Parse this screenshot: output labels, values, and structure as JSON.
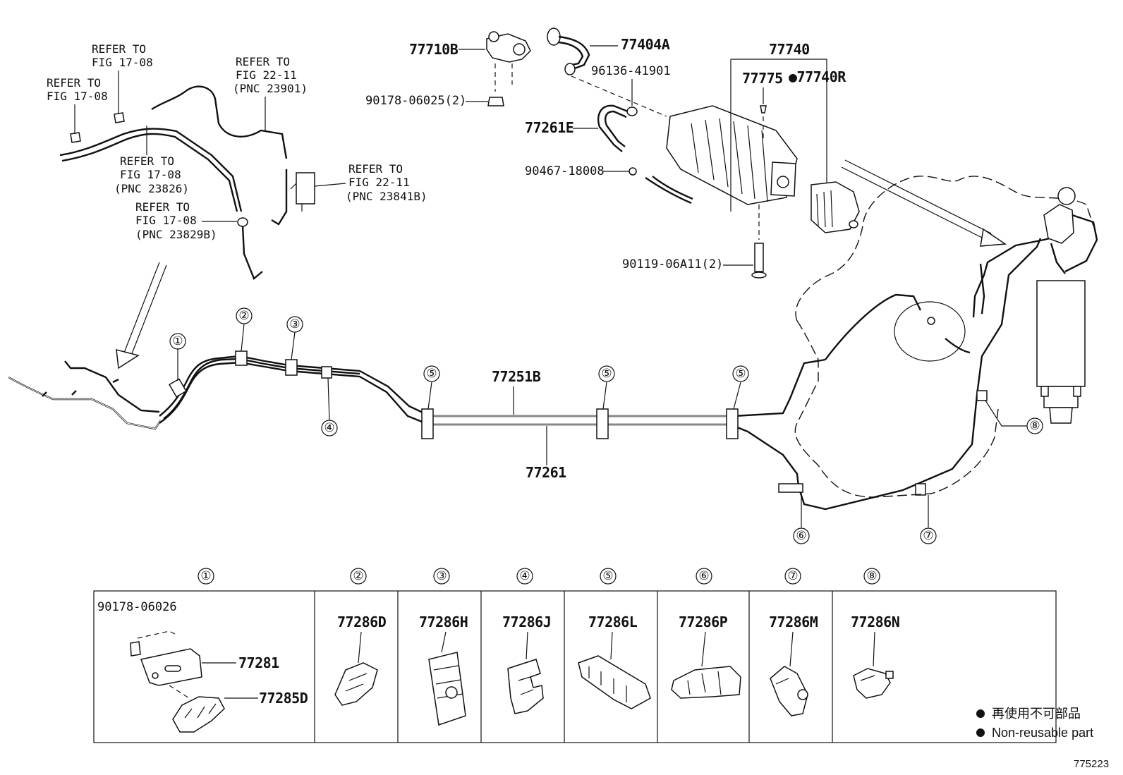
{
  "figure_number": "775223",
  "legend": {
    "marker": "●",
    "japanese": "再使用不可部品",
    "english": "Non-reusable part"
  },
  "references": {
    "r1": [
      "REFER TO",
      "FIG 17-08"
    ],
    "r2": [
      "REFER TO",
      "FIG 17-08"
    ],
    "r3": [
      "REFER TO",
      "FIG 22-11",
      "(PNC 23901)"
    ],
    "r4": [
      "REFER TO",
      "FIG 17-08",
      "(PNC 23826)"
    ],
    "r5": [
      "REFER TO",
      "FIG 17-08",
      "(PNC 23829B)"
    ],
    "r6": [
      "REFER TO",
      "FIG 22-11",
      "(PNC 23841B)"
    ]
  },
  "parts": {
    "p77710B": "77710B",
    "p77404A": "77404A",
    "p77740": "77740",
    "p77775": "77775",
    "p77740R": "●77740R",
    "p96136": "96136-41901",
    "p90178_06025": "90178-06025(2)",
    "p77261E": "77261E",
    "p90467": "90467-18008",
    "p90119": "90119-06A11(2)",
    "p77251B": "77251B",
    "p77261": "77261"
  },
  "callouts": [
    "①",
    "②",
    "③",
    "④",
    "⑤",
    "⑥",
    "⑦",
    "⑧"
  ],
  "clamp_table": {
    "cells": [
      {
        "num": "①",
        "parts": [
          "90178-06026",
          "77281",
          "77285D"
        ]
      },
      {
        "num": "②",
        "parts": [
          "77286D"
        ]
      },
      {
        "num": "③",
        "parts": [
          "77286H"
        ]
      },
      {
        "num": "④",
        "parts": [
          "77286J"
        ]
      },
      {
        "num": "⑤",
        "parts": [
          "77286L"
        ]
      },
      {
        "num": "⑥",
        "parts": [
          "77286P"
        ]
      },
      {
        "num": "⑦",
        "parts": [
          "77286M"
        ]
      },
      {
        "num": "⑧",
        "parts": [
          "77286N"
        ]
      }
    ]
  }
}
